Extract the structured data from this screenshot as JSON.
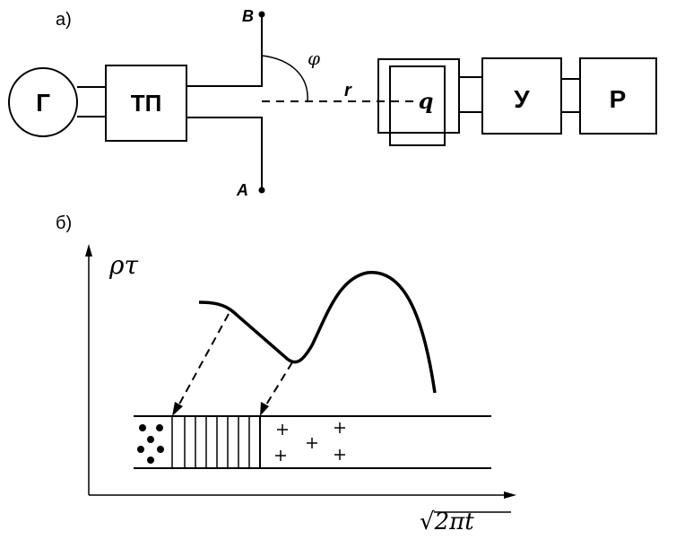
{
  "part_a": {
    "label": "а)",
    "generator": "Г",
    "converter": "ТП",
    "terminal_b": "B",
    "terminal_a": "A",
    "angle": "φ",
    "distance": "r",
    "probe": "q",
    "amplifier": "У",
    "recorder": "Р"
  },
  "part_b": {
    "label": "б)",
    "ylabel": "ρτ",
    "xlabel": "√2πt"
  }
}
